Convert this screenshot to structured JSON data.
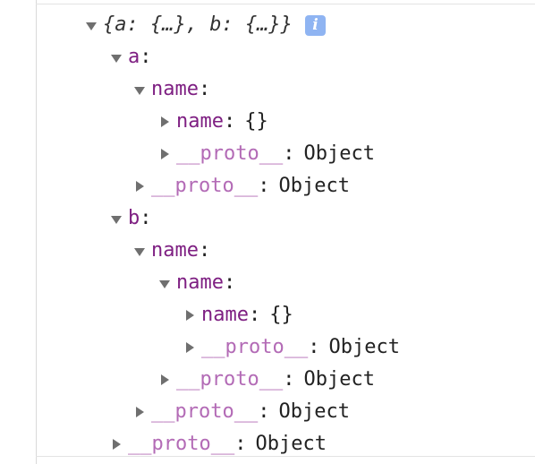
{
  "console_tree": {
    "root_summary": "{a: {…}, b: {…}}",
    "info_icon": "i",
    "rows": [
      {
        "kind": "summary",
        "depth": 0,
        "expanded": true,
        "text": "{a: {…}, b: {…}}"
      },
      {
        "kind": "key",
        "depth": 1,
        "expanded": true,
        "key": "a",
        "value": ""
      },
      {
        "kind": "key",
        "depth": 2,
        "expanded": true,
        "key": "name",
        "value": ""
      },
      {
        "kind": "key",
        "depth": 3,
        "expanded": false,
        "key": "name",
        "value": "{}"
      },
      {
        "kind": "proto",
        "depth": 3,
        "expanded": false,
        "key": "__proto__",
        "value": "Object"
      },
      {
        "kind": "proto",
        "depth": 2,
        "expanded": false,
        "key": "__proto__",
        "value": "Object"
      },
      {
        "kind": "key",
        "depth": 1,
        "expanded": true,
        "key": "b",
        "value": ""
      },
      {
        "kind": "key",
        "depth": 2,
        "expanded": true,
        "key": "name",
        "value": ""
      },
      {
        "kind": "key",
        "depth": 3,
        "expanded": true,
        "key": "name",
        "value": ""
      },
      {
        "kind": "key",
        "depth": 4,
        "expanded": false,
        "key": "name",
        "value": "{}"
      },
      {
        "kind": "proto",
        "depth": 4,
        "expanded": false,
        "key": "__proto__",
        "value": "Object"
      },
      {
        "kind": "proto",
        "depth": 3,
        "expanded": false,
        "key": "__proto__",
        "value": "Object"
      },
      {
        "kind": "proto",
        "depth": 2,
        "expanded": false,
        "key": "__proto__",
        "value": "Object"
      },
      {
        "kind": "proto",
        "depth": 1,
        "expanded": false,
        "key": "__proto__",
        "value": "Object"
      }
    ]
  }
}
